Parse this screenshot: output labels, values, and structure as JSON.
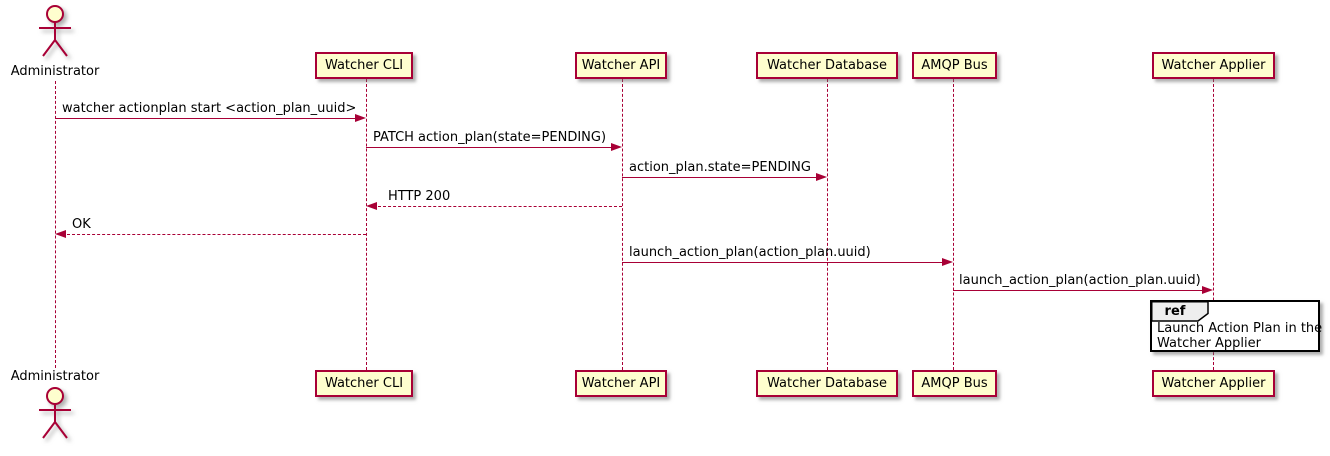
{
  "diagram_type": "uml-sequence-diagram",
  "actor": {
    "label": "Administrator"
  },
  "participants": [
    {
      "label": "Watcher CLI"
    },
    {
      "label": "Watcher API"
    },
    {
      "label": "Watcher Database"
    },
    {
      "label": "AMQP Bus"
    },
    {
      "label": "Watcher Applier"
    }
  ],
  "messages": [
    {
      "label": "watcher actionplan start <action_plan_uuid>",
      "from": "Administrator",
      "to": "Watcher CLI",
      "line": "solid",
      "direction": "right"
    },
    {
      "label": "PATCH action_plan(state=PENDING)",
      "from": "Watcher CLI",
      "to": "Watcher API",
      "line": "solid",
      "direction": "right"
    },
    {
      "label": "action_plan.state=PENDING",
      "from": "Watcher API",
      "to": "Watcher Database",
      "line": "solid",
      "direction": "right"
    },
    {
      "label": "HTTP 200",
      "from": "Watcher API",
      "to": "Watcher CLI",
      "line": "dashed",
      "direction": "left"
    },
    {
      "label": "OK",
      "from": "Watcher CLI",
      "to": "Administrator",
      "line": "dashed",
      "direction": "left"
    },
    {
      "label": "launch_action_plan(action_plan.uuid)",
      "from": "Watcher API",
      "to": "AMQP Bus",
      "line": "solid",
      "direction": "right"
    },
    {
      "label": "launch_action_plan(action_plan.uuid)",
      "from": "AMQP Bus",
      "to": "Watcher Applier",
      "line": "solid",
      "direction": "right"
    }
  ],
  "ref_fragment": {
    "keyword": "ref",
    "line1": "Launch Action Plan in the",
    "line2": "Watcher Applier",
    "over": "Watcher Applier"
  },
  "colors": {
    "accent": "#A80036",
    "participant_fill": "#FEFECE",
    "participant_border": "#A80036",
    "lifeline": "#A80036",
    "ref_border": "#000000",
    "ref_keyword_fill": "#EEEEEE",
    "background": "#FFFFFF"
  }
}
